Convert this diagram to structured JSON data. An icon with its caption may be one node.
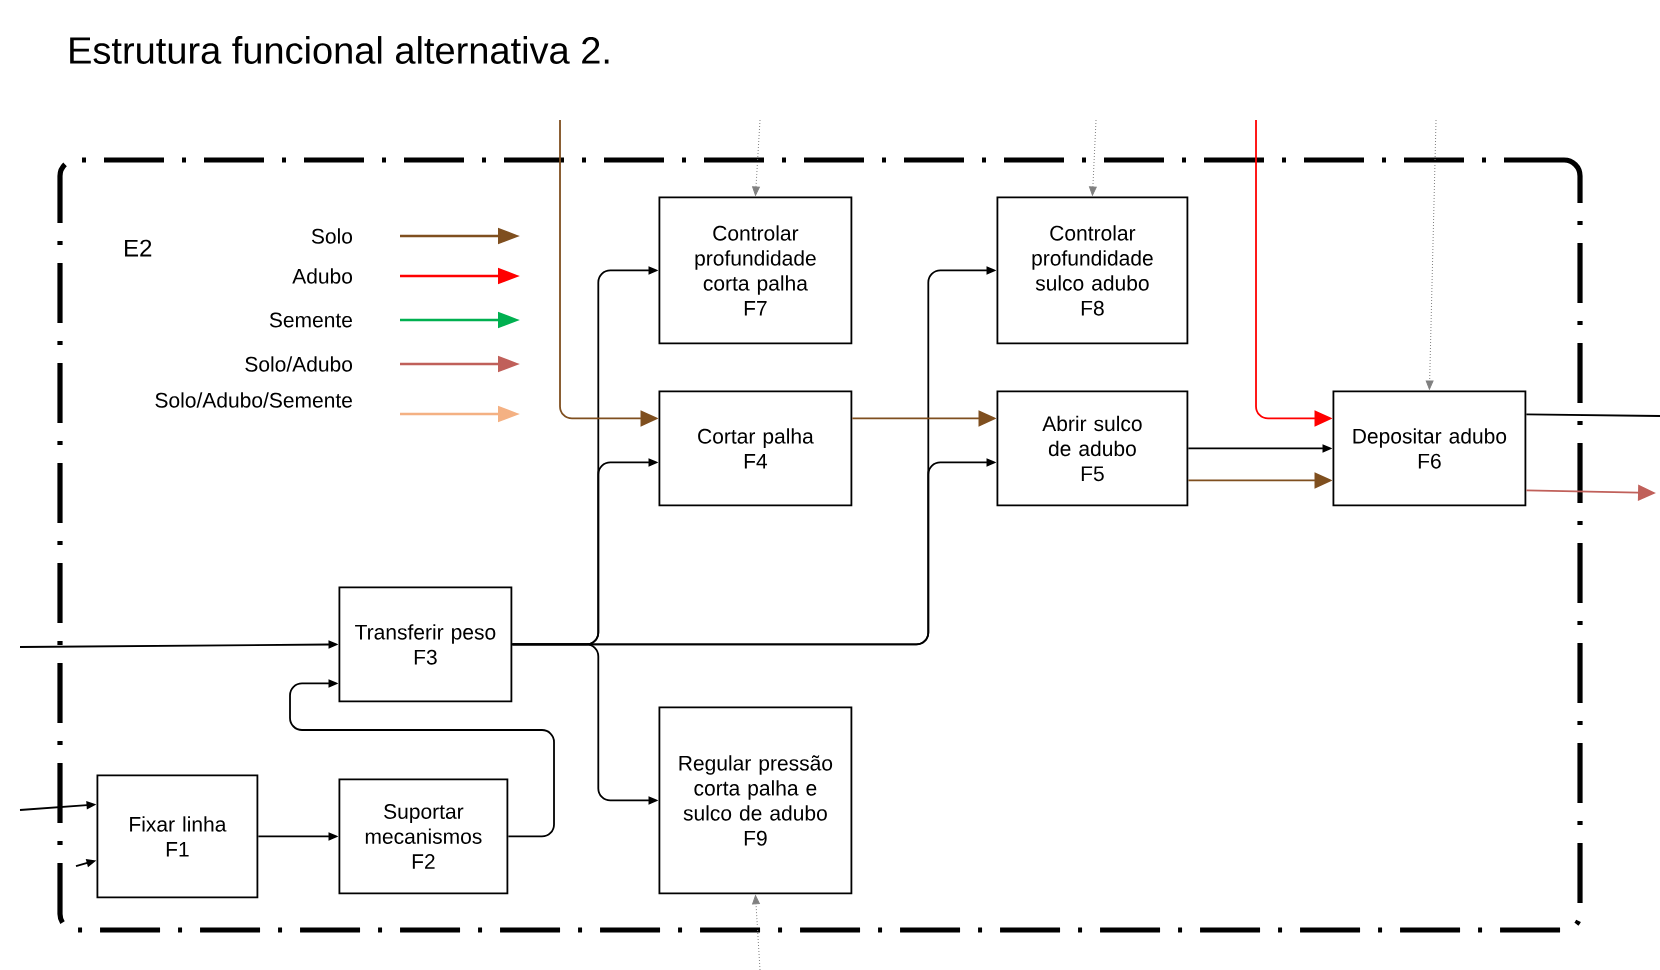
{
  "diagram": {
    "title": "Estrutura funcional alternativa 2.",
    "nodes": [
      {
        "text": [
          "E2"
        ]
      },
      {
        "text": [
          "Fixar linha",
          "F1"
        ],
        "in": 0
      },
      {
        "text": [
          "Suportar mecanismos",
          "F2"
        ],
        "in": 0
      },
      {
        "text": [
          "Transferir peso",
          "F3"
        ],
        "in": 0
      },
      {
        "text": [
          "Cortar palha",
          "F4"
        ],
        "in": 0
      },
      {
        "text": [
          "Abrir sulco de adubo",
          "F5"
        ],
        "in": 0
      },
      {
        "text": [
          "Depositar adubo",
          "F6"
        ],
        "in": 0
      },
      {
        "text": [
          "Controlar profundidade corta palha",
          "F7"
        ],
        "in": 0
      },
      {
        "text": [
          "Controlar profundidade sulco adubo",
          "F8"
        ],
        "in": 0
      },
      {
        "text": [
          "Regular pressão corta palha e sulco de adubo",
          "F9"
        ],
        "in": 0
      }
    ],
    "edges": [
      {
        "from": null,
        "to": 1,
        "arrow": "to"
      },
      {
        "from": null,
        "to": 1,
        "arrow": "to"
      },
      {
        "from": 1,
        "to": 2,
        "arrow": "to"
      },
      {
        "from": 2,
        "to": 3,
        "arrow": "to"
      },
      {
        "from": null,
        "to": 3,
        "arrow": "to"
      },
      {
        "from": 3,
        "to": 7,
        "arrow": "to"
      },
      {
        "from": 3,
        "to": 4,
        "arrow": "to"
      },
      {
        "from": 3,
        "to": 5,
        "arrow": "to"
      },
      {
        "from": 3,
        "to": 8,
        "arrow": "to"
      },
      {
        "from": 3,
        "to": 9,
        "arrow": "to"
      },
      {
        "from": null,
        "to": 4,
        "arrow": "to",
        "color": "#7f4f1f"
      },
      {
        "from": 4,
        "to": 5,
        "arrow": "to",
        "color": "#7f4f1f"
      },
      {
        "from": 5,
        "to": 6,
        "arrow": "to"
      },
      {
        "from": 5,
        "to": 6,
        "arrow": "to",
        "color": "#7f4f1f"
      },
      {
        "from": null,
        "to": 6,
        "arrow": "to",
        "color": "#ff0000"
      },
      {
        "from": 6,
        "to": null,
        "arrow": "none"
      },
      {
        "from": 6,
        "to": null,
        "arrow": "to",
        "color": "#c0605a"
      },
      {
        "from": null,
        "to": 7,
        "arrow": "to",
        "style": "dashed",
        "color": "#808080"
      },
      {
        "from": null,
        "to": 8,
        "arrow": "to",
        "style": "dashed",
        "color": "#808080"
      },
      {
        "from": null,
        "to": 6,
        "arrow": "to",
        "style": "dashed",
        "color": "#808080"
      },
      {
        "from": null,
        "to": 9,
        "arrow": "to",
        "style": "dashed",
        "color": "#808080"
      }
    ],
    "legend": [
      {
        "text": "Solo",
        "color": "#7f4f1f"
      },
      {
        "text": "Adubo",
        "color": "#ff0000"
      },
      {
        "text": "Semente",
        "color": "#00b050"
      },
      {
        "text": "Solo/Adubo",
        "color": "#c0605a"
      },
      {
        "text": "Solo/Adubo/Semente",
        "color": "#f4b183"
      }
    ]
  }
}
